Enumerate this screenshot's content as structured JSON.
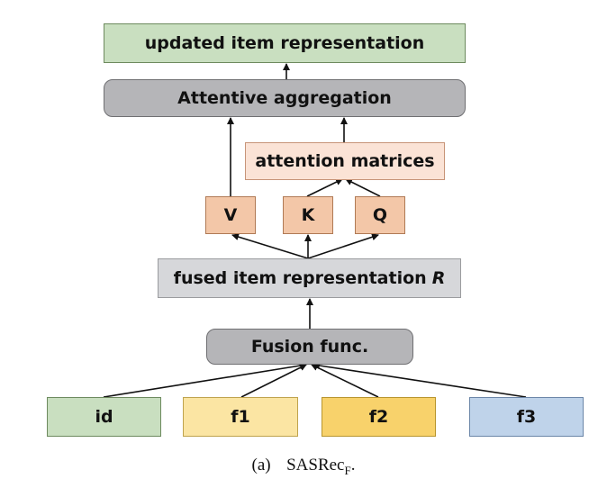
{
  "nodes": {
    "updated": "updated item representation",
    "aggregation": "Attentive aggregation",
    "attention": "attention matrices",
    "v": "V",
    "k": "K",
    "q": "Q",
    "fused_prefix": "fused item representation",
    "fused_var": "R",
    "fusion": "Fusion func.",
    "id": "id",
    "f1": "f1",
    "f2": "f2",
    "f3": "f3"
  },
  "caption": {
    "label": "(a)",
    "model": "SASRec",
    "subscript": "F",
    "end": "."
  }
}
